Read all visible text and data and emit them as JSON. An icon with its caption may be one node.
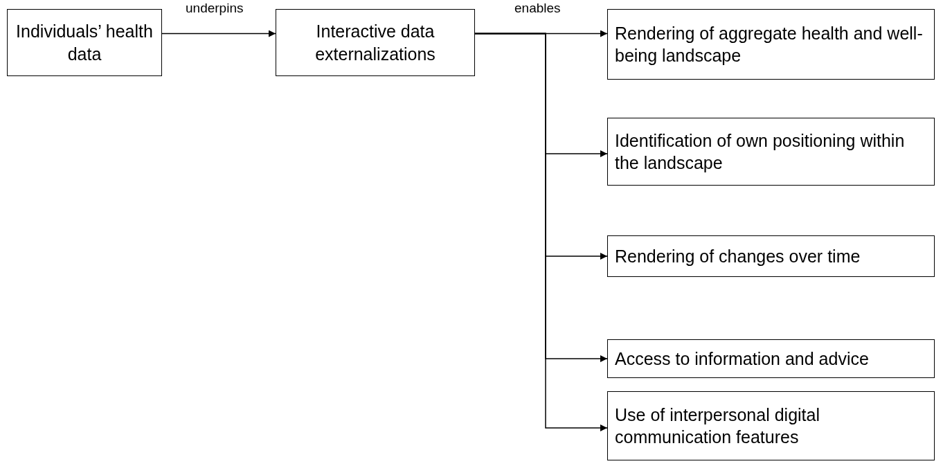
{
  "diagram": {
    "nodes": [
      {
        "text": [
          "Individuals’ health data"
        ]
      },
      {
        "text": [
          "Interactive data externalizations"
        ]
      },
      {
        "text": [
          "Rendering of aggregate health and well-being landscape"
        ]
      },
      {
        "text": [
          "Identification of own positioning within the landscape"
        ]
      },
      {
        "text": [
          "Rendering of changes over time"
        ]
      },
      {
        "text": [
          "Access to information and advice"
        ]
      },
      {
        "text": [
          "Use of interpersonal digital communication features"
        ]
      }
    ],
    "edges": [
      {
        "from": 0,
        "to": 1,
        "arrow": "to",
        "label": "underpins"
      },
      {
        "from": 1,
        "to": 2,
        "arrow": "to",
        "label": "enables"
      },
      {
        "from": 1,
        "to": 3,
        "arrow": "to"
      },
      {
        "from": 1,
        "to": 4,
        "arrow": "to"
      },
      {
        "from": 1,
        "to": 5,
        "arrow": "to"
      },
      {
        "from": 1,
        "to": 6,
        "arrow": "to"
      }
    ]
  }
}
